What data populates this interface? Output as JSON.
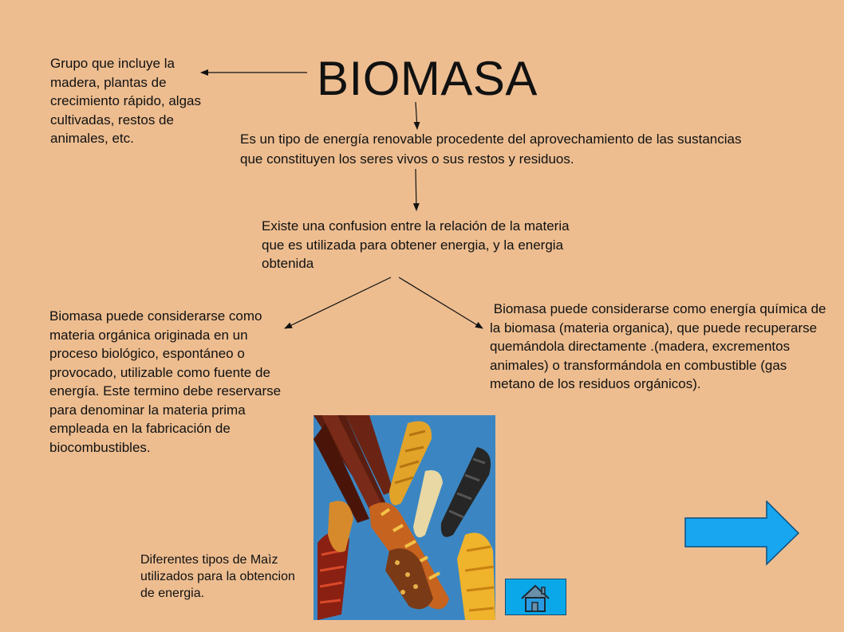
{
  "slide": {
    "title": "BIOMASA",
    "left_note": "Grupo que incluye la madera, plantas de crecimiento rápido, algas cultivadas, restos de animales, etc.",
    "definition": "Es un tipo de energía renovable procedente del aprovechamiento de las sustancias que constituyen los seres vivos  o sus restos y residuos.",
    "confusion": "Existe una confusion entre la relación de la materia que es utilizada para obtener energia, y la energia obtenida",
    "left_branch": "Biomasa puede considerarse como materia orgánica originada en un proceso biológico, espontáneo o provocado, utilizable como fuente de energía. Este termino debe reservarse para denominar la materia prima empleada en la fabricación de biocombustibles.",
    "right_branch": " Biomasa puede considerarse como energía química de la biomasa (materia organica), que puede recuperarse quemándola directamente .(madera, excrementos animales) o transformándola en combustible (gas metano de los residuos orgánicos).",
    "image_caption": "Diferentes tipos de Maìz utilizados para la obtencion de energia."
  },
  "navigation": {
    "next_icon": "right-arrow-icon",
    "home_icon": "house-icon"
  },
  "colors": {
    "background": "#edbd90",
    "nav_blue": "#19a6f0",
    "home_blue": "#0aa8e8",
    "text": "#111111"
  }
}
